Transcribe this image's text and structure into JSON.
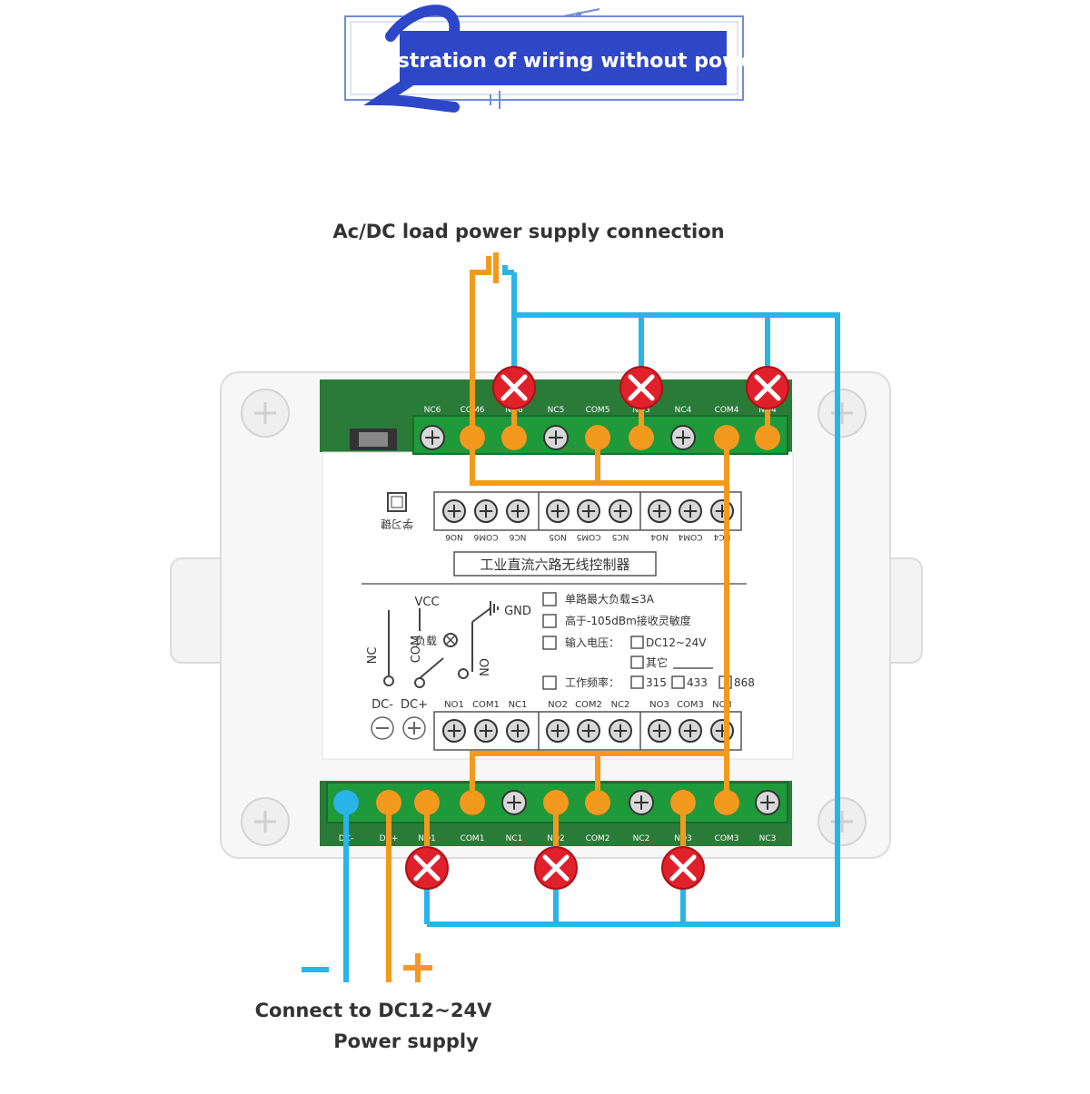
{
  "banner": {
    "number": "2",
    "title": "Illustration of wiring without power"
  },
  "labels": {
    "load_supply": "Ac/DC load power supply connection",
    "minus": "−",
    "plus": "+",
    "power_line1": "Connect to DC12~24V",
    "power_line2": "Power supply"
  },
  "board": {
    "top_terminal_labels": [
      "NC6",
      "COM6",
      "NO6",
      "NC5",
      "COM5",
      "NO5",
      "NC4",
      "COM4",
      "NO4"
    ],
    "top_inner_labels": [
      "NO6",
      "COM6",
      "NC6",
      "NO5",
      "COM5",
      "NC5",
      "NO4",
      "COM4",
      "NC4"
    ],
    "learn_label": "学习键",
    "product_name": "工业直流六路无线控制器",
    "spec_lines": [
      "单路最大负载≤3A",
      "高于-105dBm接收灵敏度",
      "输入电压：",
      "DC12~24V",
      "其它",
      "工作频率：",
      "315",
      "433",
      "868"
    ],
    "schematic": {
      "vcc": "VCC",
      "gnd": "GND",
      "nc": "NC",
      "com": "COM",
      "no": "NO",
      "load": "负载"
    },
    "dc_labels": [
      "DC-",
      "DC+"
    ],
    "bottom_inner_labels": [
      "NO1",
      "COM1",
      "NC1",
      "NO2",
      "COM2",
      "NC2",
      "NO3",
      "COM3",
      "NO3"
    ],
    "bottom_terminal_labels": [
      "DC-",
      "DC+",
      "NO1",
      "COM1",
      "NC1",
      "NO2",
      "COM2",
      "NC2",
      "NO3",
      "COM3",
      "NC3"
    ]
  },
  "colors": {
    "orange_wire": "#f39a1e",
    "blue_wire": "#2ab4e8",
    "banner_blue": "#2e47c8",
    "terminal_green": "#1f9a3b",
    "load_red": "#e0202a"
  }
}
